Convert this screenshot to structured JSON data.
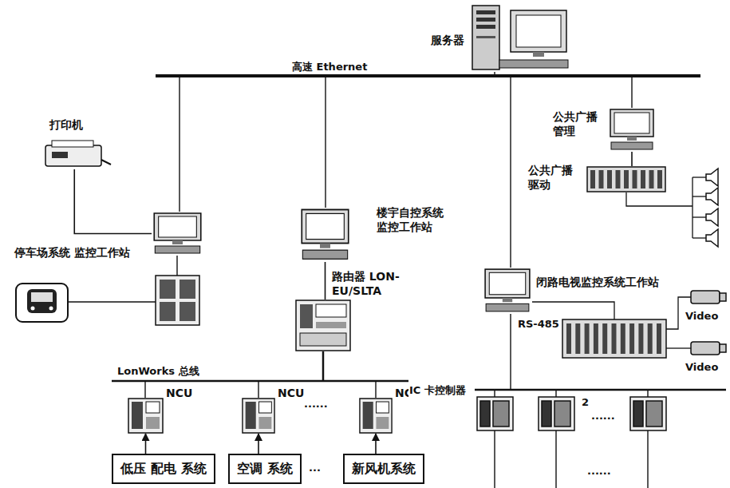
{
  "diagram": {
    "nodes": [
      {
        "text": [
          "服务器"
        ]
      },
      {
        "text": [
          "公共广播 管理"
        ]
      },
      {
        "text": [
          "打印机"
        ]
      },
      {
        "text": [
          "楼宇自控系统 监控工作站"
        ]
      },
      {
        "text": [
          "公共广播 驱动"
        ]
      },
      {
        "text": [
          "停车场系统 监控工作站"
        ]
      },
      {
        "text": [
          "闭路电视监控系统工作站"
        ]
      },
      {
        "text": [
          "路由器 LON-EU/SLTA"
        ]
      },
      {
        "text": [
          "NCU"
        ]
      },
      {
        "text": [
          "NCU"
        ]
      },
      {
        "text": [
          "NCU"
        ]
      },
      {
        "text": [
          "低压 配电 系统"
        ]
      },
      {
        "text": [
          "空调 系统"
        ]
      },
      {
        "text": [
          "新风机系统"
        ]
      }
    ],
    "edges": [
      {
        "from": 2,
        "to": 5,
        "arrow": "none"
      },
      {
        "from": 3,
        "to": 7,
        "arrow": "none"
      },
      {
        "from": 1,
        "to": 4,
        "arrow": "none"
      },
      {
        "from": 11,
        "to": 8,
        "arrow": "to"
      },
      {
        "from": 12,
        "to": 9,
        "arrow": "to"
      },
      {
        "from": 13,
        "to": 10,
        "arrow": "to"
      }
    ],
    "labels": [
      "高速 Ethernet",
      "LonWorks 总线",
      "......",
      "IC 卡控制器",
      "RS-485",
      "Video",
      "Video",
      "2",
      "......",
      "......",
      "..."
    ]
  }
}
